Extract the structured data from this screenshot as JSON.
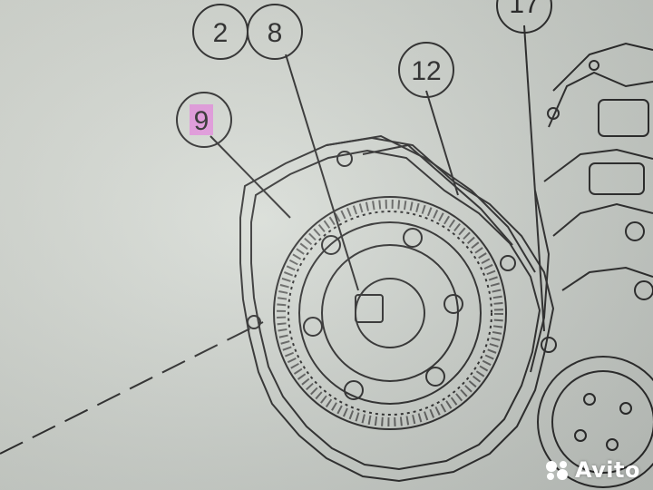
{
  "callouts": [
    {
      "id": "c2",
      "label": "2"
    },
    {
      "id": "c8",
      "label": "8"
    },
    {
      "id": "c9",
      "label": "9",
      "highlight": "#e69ae0"
    },
    {
      "id": "c12",
      "label": "12"
    },
    {
      "id": "c17",
      "label": "17"
    }
  ],
  "watermark": {
    "brand": "Avito",
    "icon": "avito-dots-icon"
  },
  "colors": {
    "ink": "#2b2b2b",
    "paper": "#dde1db",
    "highlight": "#e69ae0",
    "watermark": "#ffffff"
  }
}
